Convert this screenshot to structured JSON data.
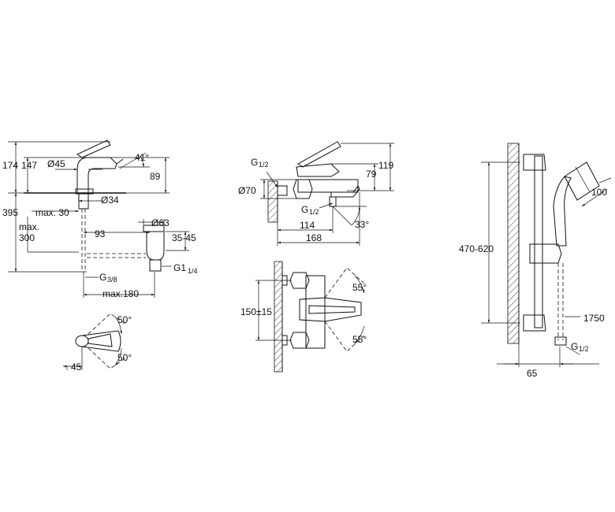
{
  "basin_mixer": {
    "dims": {
      "h174": "174",
      "h147": "147",
      "d45": "Ø45",
      "ang41": "41°",
      "h89": "89",
      "d34": "Ø34",
      "h395": "395",
      "max30": "max. 30",
      "max300_a": "max.",
      "max300_b": "300",
      "w93": "93",
      "d63": "Ø63",
      "r3545": "35-45",
      "g38": "G",
      "g38_frac": "3/8",
      "g114": "G1",
      "g114_frac": "1/4",
      "max180": "max.180"
    },
    "top_view": {
      "ang50a": "50°",
      "ang50b": "50°",
      "w45": "45"
    }
  },
  "bath_mixer": {
    "dims": {
      "g12": "G",
      "g12_frac": "1/2",
      "d70": "Ø70",
      "h79": "79",
      "h119": "119",
      "g12b": "G",
      "g12b_frac": "1/2",
      "w114": "114",
      "ang33": "33°",
      "w168": "168"
    },
    "front_view": {
      "h150": "150±15",
      "ang55a": "55°",
      "ang55b": "55°"
    }
  },
  "shower_set": {
    "dims": {
      "r470": "470-620",
      "d100": "100",
      "l1750": "1750",
      "g12": "G",
      "g12_frac": "1/2",
      "w65": "65"
    }
  }
}
